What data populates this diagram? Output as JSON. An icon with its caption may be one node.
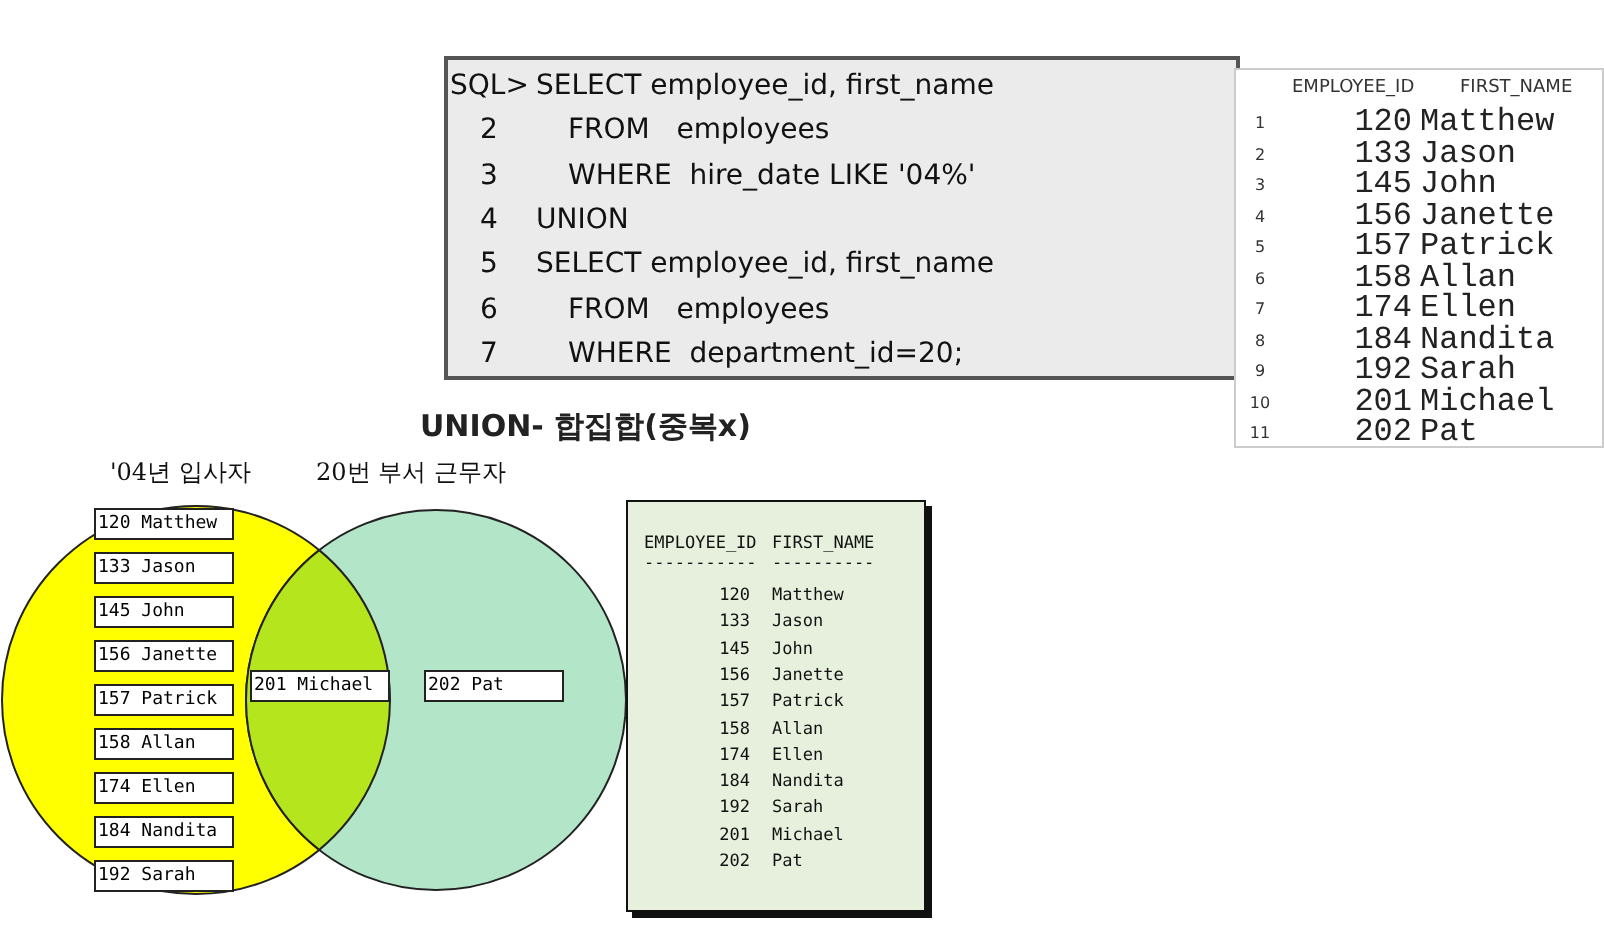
{
  "diagram": {
    "title": "UNION- 합집합(중복x)",
    "nodes": [
      {
        "text": [
          "'04년 입사자"
        ]
      },
      {
        "text": [
          "120 Matthew"
        ],
        "in": 0
      },
      {
        "text": [
          "133 Jason"
        ],
        "in": 0
      },
      {
        "text": [
          "145 John"
        ],
        "in": 0
      },
      {
        "text": [
          "156 Janette"
        ],
        "in": 0
      },
      {
        "text": [
          "157 Patrick"
        ],
        "in": 0
      },
      {
        "text": [
          "158 Allan"
        ],
        "in": 0
      },
      {
        "text": [
          "174 Ellen"
        ],
        "in": 0
      },
      {
        "text": [
          "184 Nandita"
        ],
        "in": 0
      },
      {
        "text": [
          "192 Sarah"
        ],
        "in": 0
      },
      {
        "text": [
          "20번 부서 근무자"
        ]
      },
      {
        "text": [
          "201 Michael"
        ]
      },
      {
        "text": [
          "202 Pat"
        ],
        "in": 10
      }
    ],
    "edges": [],
    "labels": [
      "SQL>",
      "SELECT employee_id, first_name",
      "2",
      "FROM   employees",
      "3",
      "WHERE  hire_date LIKE '04%'",
      "4",
      "UNION",
      "5",
      "SELECT employee_id, first_name",
      "6",
      "FROM   employees",
      "7",
      "WHERE  department_id=20;",
      "EMPLOYEE_ID",
      "FIRST_NAME",
      "1",
      "120",
      "Matthew",
      "2",
      "133",
      "Jason",
      "3",
      "145",
      "John",
      "4",
      "156",
      "Janette",
      "5",
      "157",
      "Patrick",
      "6",
      "158",
      "Allan",
      "7",
      "174",
      "Ellen",
      "8",
      "184",
      "Nandita",
      "9",
      "192",
      "Sarah",
      "10",
      "201",
      "Michael",
      "11",
      "202",
      "Pat",
      "EMPLOYEE_ID",
      "FIRST_NAME",
      "-----------",
      "----------",
      "120",
      "Matthew",
      "133",
      "Jason",
      "145",
      "John",
      "156",
      "Janette",
      "157",
      "Patrick",
      "158",
      "Allan",
      "174",
      "Ellen",
      "184",
      "Nandita",
      "192",
      "Sarah",
      "201",
      "Michael",
      "202",
      "Pat"
    ]
  }
}
